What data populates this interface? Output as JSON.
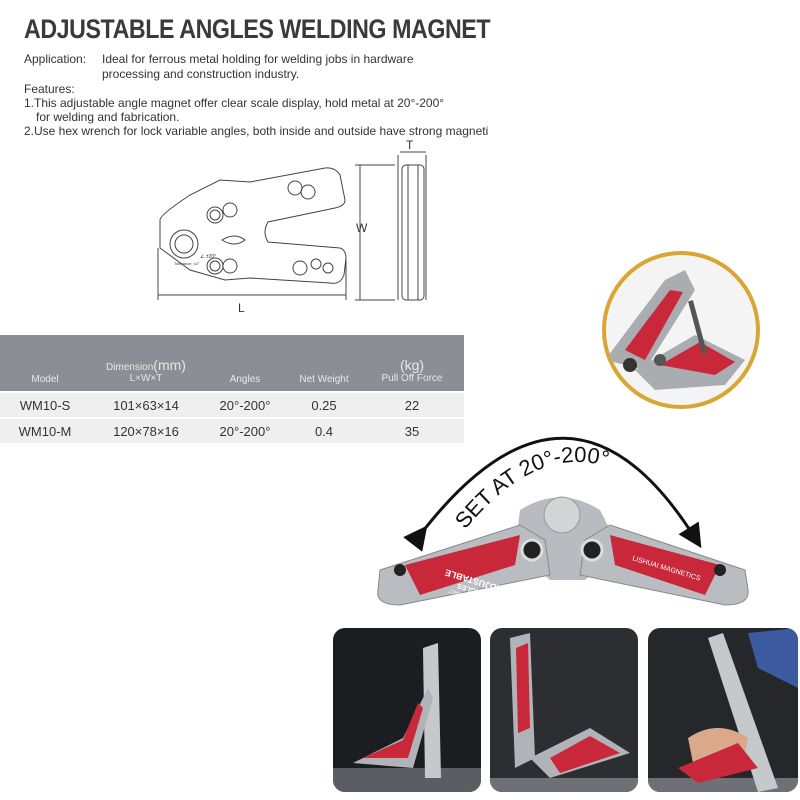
{
  "title": "ADJUSTABLE ANGLES WELDING MAGNET",
  "application": {
    "label": "Application:",
    "line1": "Ideal for ferrous metal holding for welding jobs in hardware",
    "line2": "processing and construction industry."
  },
  "features": {
    "label": "Features:",
    "items": [
      {
        "line1": "1.This adjustable angle magnet offer clear scale display, hold metal at 20°-200°",
        "line2": "for welding and fabrication."
      },
      {
        "line1": "2.Use hex wrench for lock variable angles, both inside and outside have strong magneti"
      }
    ]
  },
  "diagram": {
    "length_label": "L",
    "width_label": "W",
    "thickness_label": "T",
    "tolerance_label": "Tolerance: ±2°",
    "angle_label": "∠ ±20°"
  },
  "spec_table": {
    "headers": {
      "model": "Model",
      "dimension_title": "Dimension",
      "dimension_unit": "(mm)",
      "dimension_sub": "L×W×T",
      "angles": "Angles",
      "net_weight": "Net Weight",
      "force_unit": "(kg)",
      "force": "Pull  Off Force"
    },
    "rows": [
      {
        "model": "WM10-S",
        "dimension": "101×63×14",
        "angles": "20°-200°",
        "net_weight": "0.25",
        "force": "22"
      },
      {
        "model": "WM10-M",
        "dimension": "120×78×16",
        "angles": "20°-200°",
        "net_weight": "0.4",
        "force": "35"
      }
    ]
  },
  "product": {
    "arc_label": "SET AT 20°-200°",
    "left_label_1": "ADJUSTABLE",
    "left_label_2": "ANGLES",
    "left_label_3": "WELDING MAGNET",
    "right_label": "LISHUAI MAGNETICS",
    "accent_color": "#c8283a",
    "inset_border_color": "#d9a533"
  }
}
